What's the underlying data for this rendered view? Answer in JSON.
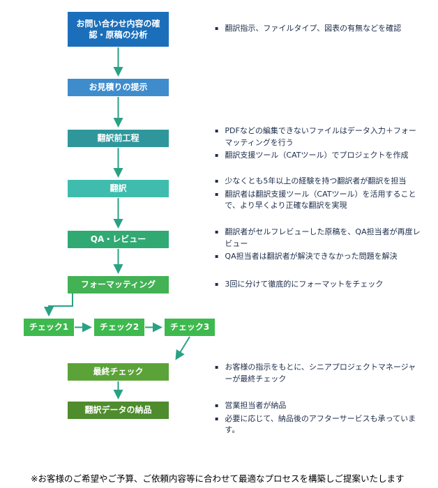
{
  "colors": {
    "arrow": "#2aa185",
    "note_text": "#1a2b49",
    "step_colors": [
      "#1b6fba",
      "#3f8ccc",
      "#2f979b",
      "#3fbcae",
      "#30a973",
      "#42b254",
      "#3eb94e",
      "#3eb94e",
      "#3eb94e",
      "#5ba338",
      "#4e8c2d"
    ]
  },
  "steps": [
    {
      "label": "お問い合わせ内容の確認・原稿の分析",
      "color": "#1b6fba",
      "notes": [
        "翻訳指示、ファイルタイプ、図表の有無などを確認"
      ]
    },
    {
      "label": "お見積りの提示",
      "color": "#3f8ccc",
      "notes": []
    },
    {
      "label": "翻訳前工程",
      "color": "#2f979b",
      "notes": [
        "PDFなどの編集できないファイルはデータ入力＋フォーマッティングを行う",
        "翻訳支援ツール（CATツール）でプロジェクトを作成"
      ]
    },
    {
      "label": "翻訳",
      "color": "#3fbcae",
      "notes": [
        "少なくとも5年以上の経験を持つ翻訳者が翻訳を担当",
        "翻訳者は翻訳支援ツール（CATツール）を活用することで、より早くより正確な翻訳を実現"
      ]
    },
    {
      "label": "QA・レビュー",
      "color": "#30a973",
      "notes": [
        "翻訳者がセルフレビューした原稿を、QA担当者が再度レビュー",
        "QA担当者は翻訳者が解決できなかった問題を解決"
      ]
    },
    {
      "label": "フォーマッティング",
      "color": "#42b254",
      "notes": [
        "3回に分けて徹底的にフォーマットをチェック"
      ]
    },
    {
      "label": "チェック1",
      "color": "#3eb94e",
      "notes": []
    },
    {
      "label": "チェック2",
      "color": "#3eb94e",
      "notes": []
    },
    {
      "label": "チェック3",
      "color": "#3eb94e",
      "notes": []
    },
    {
      "label": "最終チェック",
      "color": "#5ba338",
      "notes": [
        "お客様の指示をもとに、シニアプロジェクトマネージャーが最終チェック"
      ]
    },
    {
      "label": "翻訳データの納品",
      "color": "#4e8c2d",
      "notes": [
        "営業担当者が納品",
        "必要に応じて、納品後のアフターサービスも承っています。"
      ]
    }
  ],
  "bullet_glyph": "▪",
  "footer": "※お客様のご希望やご予算、ご依頼内容等に合わせて最適なプロセスを構築しご提案いたします"
}
